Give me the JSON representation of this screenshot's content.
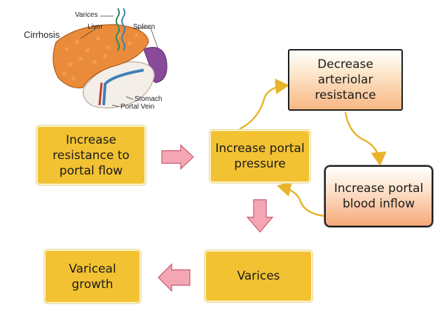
{
  "illustration": {
    "title": "Cirrhosis",
    "labels": {
      "varices": "Varices",
      "liver": "Liver",
      "spleen": "Spleen",
      "stomach": "Stomach",
      "portal_vein": "Portal Vein"
    }
  },
  "nodes": {
    "increase_resistance": "Increase resistance to portal flow",
    "increase_pressure": "Increase portal pressure",
    "decrease_arteriolar": "Decrease arteriolar resistance",
    "increase_inflow": "Increase portal blood inflow",
    "varices": "Varices",
    "variceal_growth": "Variceal growth"
  },
  "colors": {
    "box_fill": "#f2c232",
    "arrow_pink": "#f4a6b4",
    "arrow_pink_border": "#c8566c",
    "curve_arrow": "#e8b42a"
  }
}
